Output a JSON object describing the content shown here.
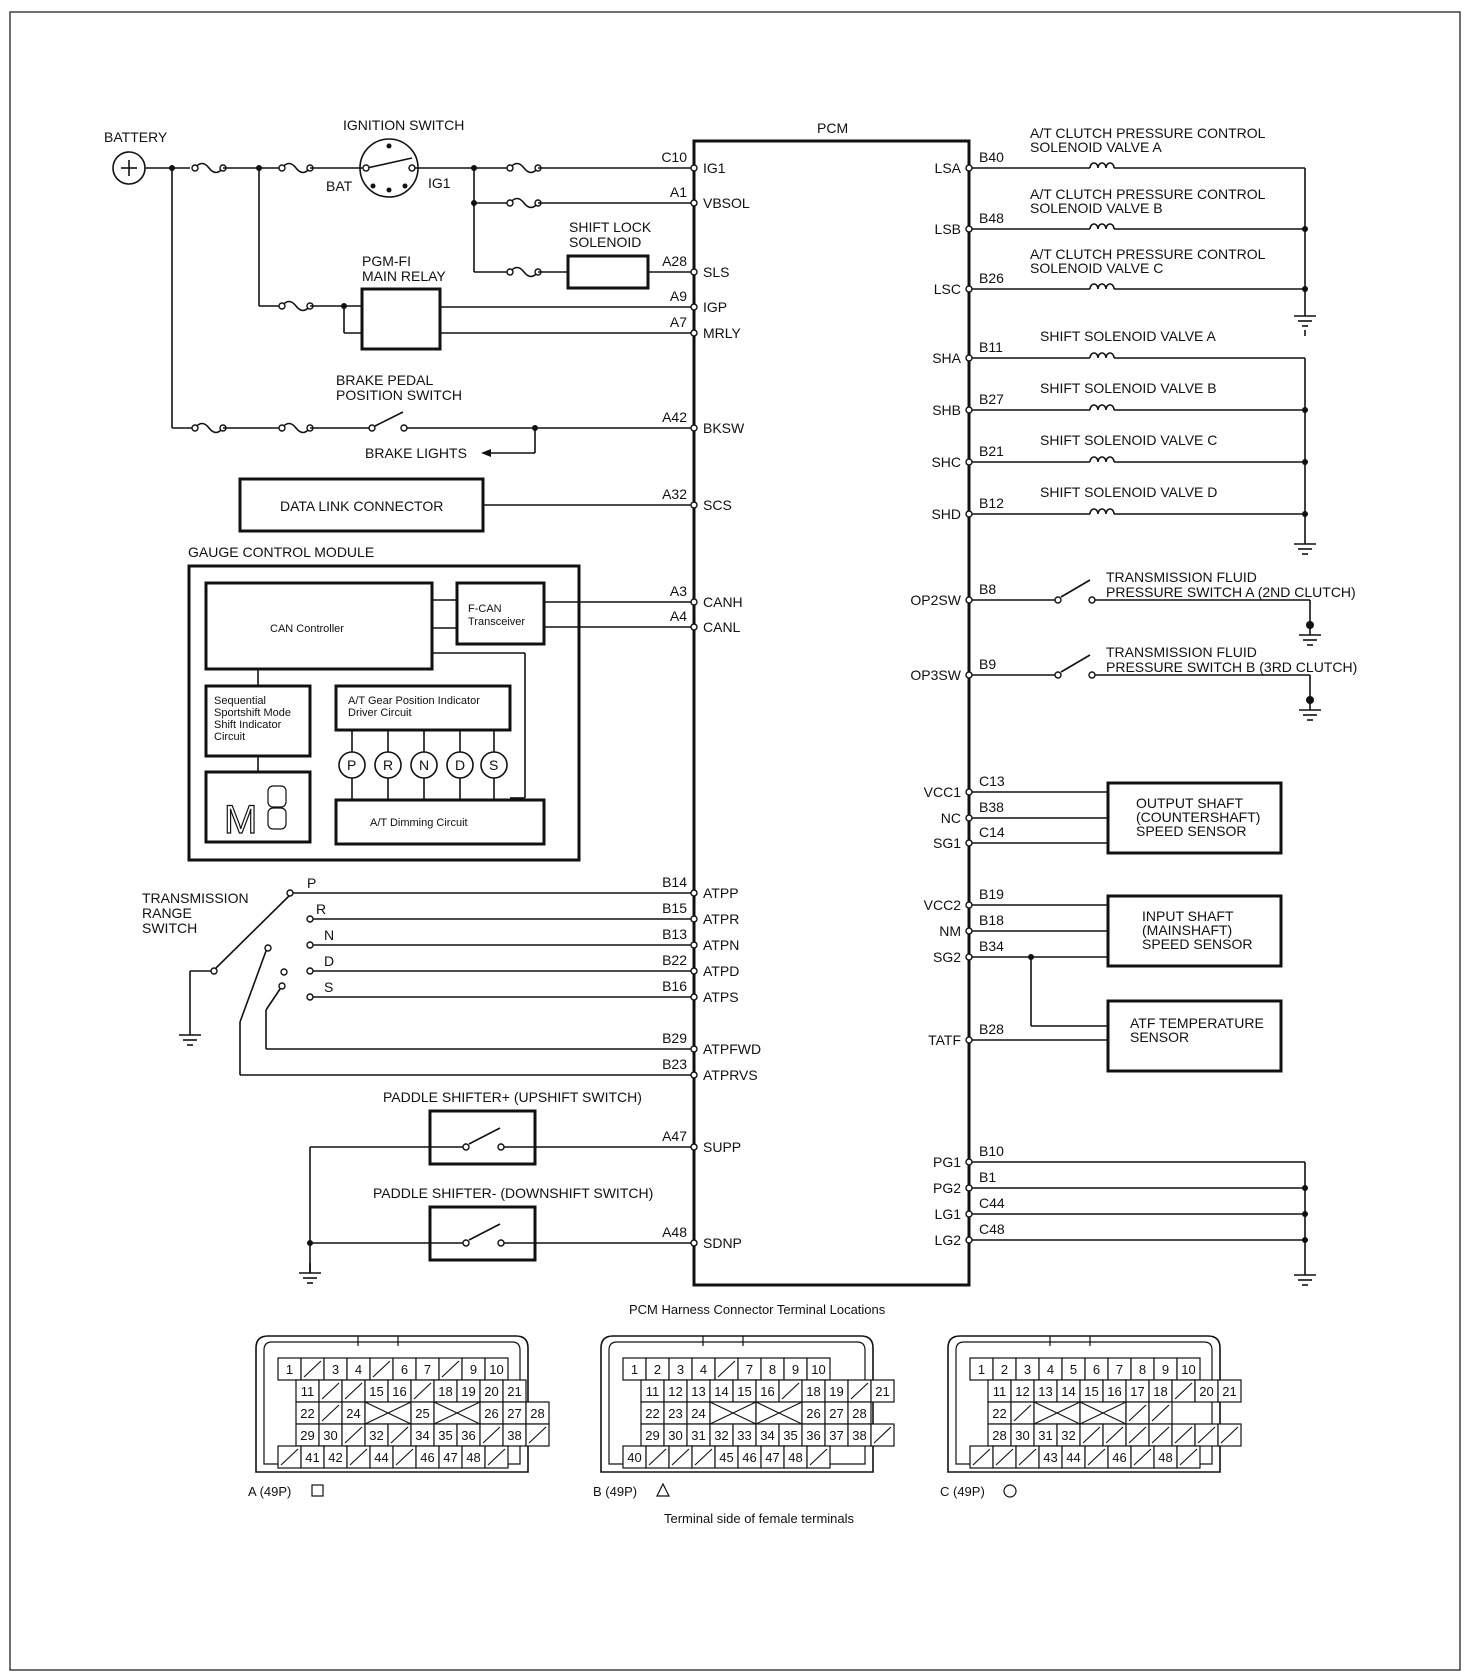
{
  "pcm": {
    "title": "PCM",
    "left_pins": [
      {
        "num": "C10",
        "name": "IG1"
      },
      {
        "num": "A1",
        "name": "VBSOL"
      },
      {
        "num": "A28",
        "name": "SLS"
      },
      {
        "num": "A9",
        "name": "IGP"
      },
      {
        "num": "A7",
        "name": "MRLY"
      },
      {
        "num": "A42",
        "name": "BKSW"
      },
      {
        "num": "A32",
        "name": "SCS"
      },
      {
        "num": "A3",
        "name": "CANH"
      },
      {
        "num": "A4",
        "name": "CANL"
      },
      {
        "num": "B14",
        "name": "ATPP"
      },
      {
        "num": "B15",
        "name": "ATPR"
      },
      {
        "num": "B13",
        "name": "ATPN"
      },
      {
        "num": "B22",
        "name": "ATPD"
      },
      {
        "num": "B16",
        "name": "ATPS"
      },
      {
        "num": "B29",
        "name": "ATPFWD"
      },
      {
        "num": "B23",
        "name": "ATPRVS"
      },
      {
        "num": "A47",
        "name": "SUPP"
      },
      {
        "num": "A48",
        "name": "SDNP"
      }
    ],
    "right_pins": [
      {
        "num": "B40",
        "name": "LSA"
      },
      {
        "num": "B48",
        "name": "LSB"
      },
      {
        "num": "B26",
        "name": "LSC"
      },
      {
        "num": "B11",
        "name": "SHA"
      },
      {
        "num": "B27",
        "name": "SHB"
      },
      {
        "num": "B21",
        "name": "SHC"
      },
      {
        "num": "B12",
        "name": "SHD"
      },
      {
        "num": "B8",
        "name": "OP2SW"
      },
      {
        "num": "B9",
        "name": "OP3SW"
      },
      {
        "num": "C13",
        "name": "VCC1"
      },
      {
        "num": "B38",
        "name": "NC"
      },
      {
        "num": "C14",
        "name": "SG1"
      },
      {
        "num": "B19",
        "name": "VCC2"
      },
      {
        "num": "B18",
        "name": "NM"
      },
      {
        "num": "B34",
        "name": "SG2"
      },
      {
        "num": "B28",
        "name": "TATF"
      },
      {
        "num": "B10",
        "name": "PG1"
      },
      {
        "num": "B1",
        "name": "PG2"
      },
      {
        "num": "C44",
        "name": "LG1"
      },
      {
        "num": "C48",
        "name": "LG2"
      }
    ]
  },
  "left_labels": {
    "battery": "BATTERY",
    "ignition_switch": "IGNITION SWITCH",
    "bat": "BAT",
    "ig1": "IG1",
    "shift_lock_1": "SHIFT LOCK",
    "shift_lock_2": "SOLENOID",
    "pgm_fi_1": "PGM-FI",
    "pgm_fi_2": "MAIN RELAY",
    "brake_switch_1": "BRAKE PEDAL",
    "brake_switch_2": "POSITION SWITCH",
    "brake_lights": "BRAKE LIGHTS",
    "dlc": "DATA LINK CONNECTOR",
    "gcm": "GAUGE CONTROL MODULE",
    "can_controller": "CAN Controller",
    "fcan_1": "F-CAN",
    "fcan_2": "Transceiver",
    "seq_1": "Sequential",
    "seq_2": "Sportshift Mode",
    "seq_3": "Shift Indicator",
    "seq_4": "Circuit",
    "atgear_1": "A/T Gear Position Indicator",
    "atgear_2": "Driver Circuit",
    "dimming": "A/T Dimming Circuit",
    "display_m": "M",
    "indicators": [
      "P",
      "R",
      "N",
      "D",
      "S"
    ],
    "trs_1": "TRANSMISSION",
    "trs_2": "RANGE",
    "trs_3": "SWITCH",
    "trs_positions": [
      "P",
      "R",
      "N",
      "D",
      "S"
    ],
    "paddle_up": "PADDLE SHIFTER+ (UPSHIFT SWITCH)",
    "paddle_down": "PADDLE SHIFTER- (DOWNSHIFT SWITCH)"
  },
  "right_labels": {
    "lsa_1": "A/T CLUTCH PRESSURE CONTROL",
    "lsa_2": "SOLENOID VALVE A",
    "lsb_1": "A/T CLUTCH PRESSURE CONTROL",
    "lsb_2": "SOLENOID VALVE B",
    "lsc_1": "A/T CLUTCH PRESSURE CONTROL",
    "lsc_2": "SOLENOID VALVE C",
    "sha": "SHIFT SOLENOID VALVE A",
    "shb": "SHIFT SOLENOID VALVE B",
    "shc": "SHIFT SOLENOID VALVE C",
    "shd": "SHIFT SOLENOID VALVE D",
    "op2_1": "TRANSMISSION FLUID",
    "op2_2": "PRESSURE SWITCH A (2ND CLUTCH)",
    "op3_1": "TRANSMISSION FLUID",
    "op3_2": "PRESSURE SWITCH B (3RD CLUTCH)",
    "oss_1": "OUTPUT SHAFT",
    "oss_2": "(COUNTERSHAFT)",
    "oss_3": "SPEED SENSOR",
    "iss_1": "INPUT SHAFT",
    "iss_2": "(MAINSHAFT)",
    "iss_3": "SPEED SENSOR",
    "atf_1": "ATF TEMPERATURE",
    "atf_2": "SENSOR"
  },
  "connectors": {
    "heading": "PCM Harness Connector Terminal Locations",
    "footer": "Terminal side of female terminals",
    "list": [
      {
        "label": "A (49P)",
        "symbol": "square",
        "rows": [
          [
            "1",
            "/",
            "3",
            "4",
            "/",
            "6",
            "7",
            "/",
            "9",
            "10"
          ],
          [
            "11",
            "/",
            "/",
            "15",
            "16",
            "/",
            "18",
            "19",
            "20",
            "21"
          ],
          [
            "22",
            "/",
            "24",
            "X",
            "25",
            "X",
            "26",
            "27",
            "28"
          ],
          [
            "29",
            "30",
            "/",
            "32",
            "/",
            "34",
            "35",
            "36",
            "/",
            "38",
            "/"
          ],
          [
            "/",
            "41",
            "42",
            "/",
            "44",
            "/",
            "46",
            "47",
            "48",
            "/"
          ]
        ]
      },
      {
        "label": "B (49P)",
        "symbol": "triangle",
        "rows": [
          [
            "1",
            "2",
            "3",
            "4",
            "/",
            "7",
            "8",
            "9",
            "10"
          ],
          [
            "11",
            "12",
            "13",
            "14",
            "15",
            "16",
            "/",
            "18",
            "19",
            "/",
            "21"
          ],
          [
            "22",
            "23",
            "24",
            "X",
            "X",
            "26",
            "27",
            "28"
          ],
          [
            "29",
            "30",
            "31",
            "32",
            "33",
            "34",
            "35",
            "36",
            "37",
            "38",
            "/"
          ],
          [
            "40",
            "/",
            "/",
            "/",
            "45",
            "46",
            "47",
            "48",
            "/"
          ]
        ]
      },
      {
        "label": "C (49P)",
        "symbol": "circle",
        "rows": [
          [
            "1",
            "2",
            "3",
            "4",
            "5",
            "6",
            "7",
            "8",
            "9",
            "10"
          ],
          [
            "11",
            "12",
            "13",
            "14",
            "15",
            "16",
            "17",
            "18",
            "/",
            "20",
            "21"
          ],
          [
            "22",
            "/",
            "X",
            "X",
            "/",
            "/"
          ],
          [
            "28",
            "30",
            "31",
            "32",
            "/",
            "/",
            "/",
            "/",
            "/",
            "/",
            "/"
          ],
          [
            "/",
            "/",
            "/",
            "43",
            "44",
            "/",
            "46",
            "/",
            "48",
            "/"
          ]
        ]
      }
    ]
  }
}
